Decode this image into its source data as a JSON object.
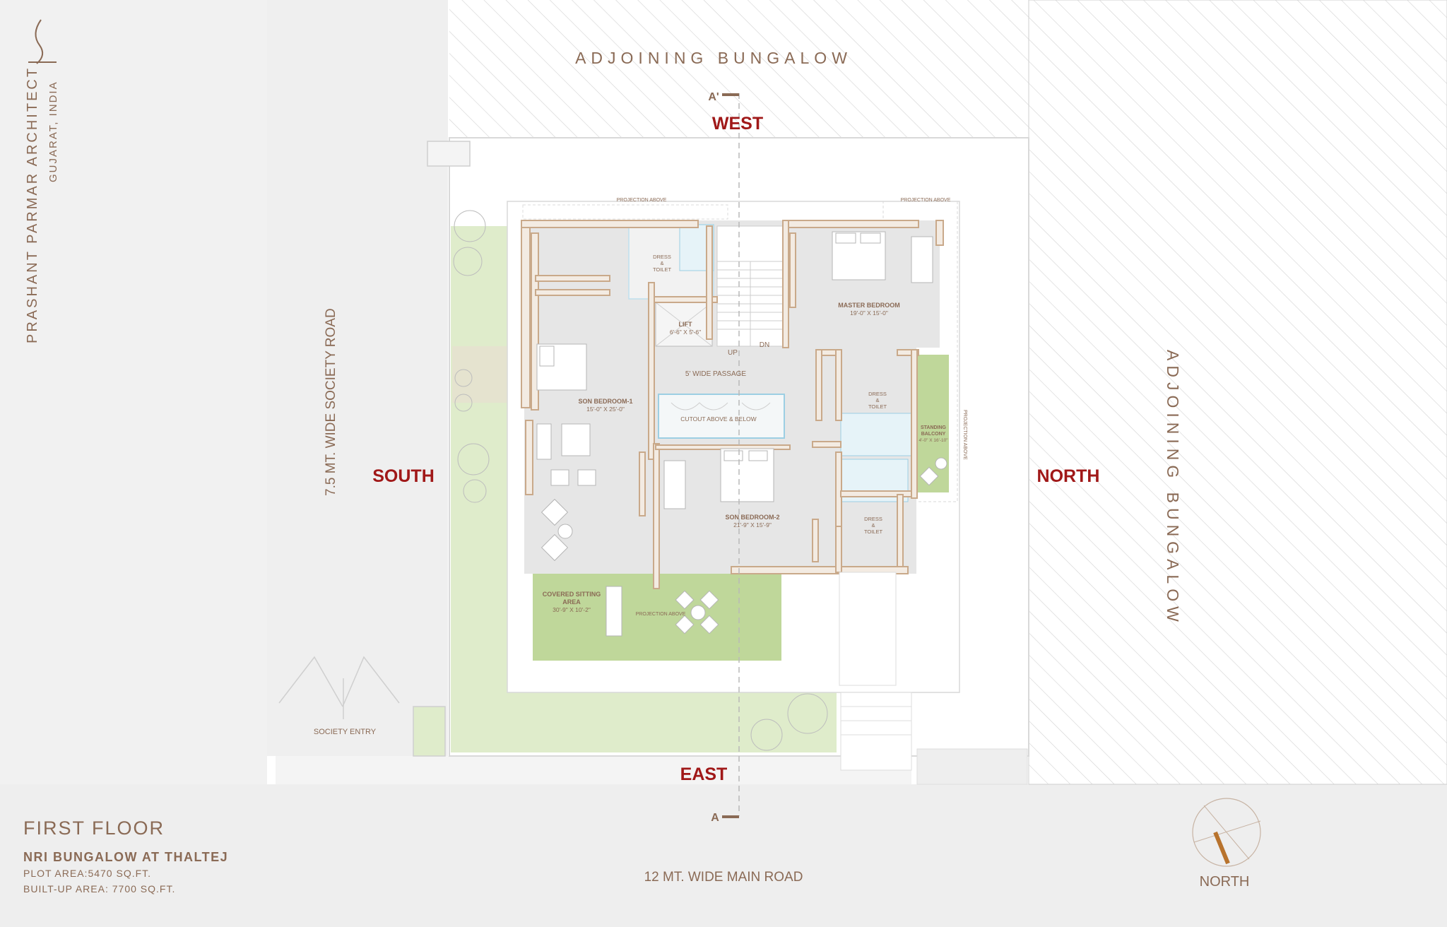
{
  "logo": {
    "firm": "PRASHANT PARMAR ARCHITECT",
    "location": "GUJARAT, INDIA"
  },
  "directions": {
    "west": "WEST",
    "east": "EAST",
    "south": "SOUTH",
    "north": "NORTH"
  },
  "surroundings": {
    "adjoining_top": "ADJOINING  BUNGALOW",
    "adjoining_right": "ADJOINING  BUNGALOW",
    "society_road": "7.5 MT. WIDE SOCIETY ROAD",
    "main_road": "12 MT. WIDE MAIN ROAD",
    "society_entry": "SOCIETY ENTRY"
  },
  "section_marks": {
    "top": "A'",
    "bottom": "A"
  },
  "rooms": {
    "master_bedroom": {
      "name": "MASTER BEDROOM",
      "size": "19'-0\" X 15'-0\""
    },
    "son_bedroom_1": {
      "name": "SON BEDROOM-1",
      "size": "15'-0\" X 25'-0\""
    },
    "son_bedroom_2": {
      "name": "SON BEDROOM-2",
      "size": "21'-9\" X 15'-9\""
    },
    "lift": {
      "name": "LIFT",
      "size": "6'-6\" X 5'-6\""
    },
    "passage": "5' WIDE PASSAGE",
    "cutout": "CUTOUT ABOVE & BELOW",
    "covered_sitting": {
      "name": "COVERED SITTING",
      "name2": "AREA",
      "size": "30'-9\" X 10'-2\""
    },
    "standing_balcony": {
      "name": "STANDING",
      "name2": "BALCONY",
      "size": "4'-0\" X 16'-10\""
    },
    "dress_toilet_a": [
      "DRESS",
      "&",
      "TOILET"
    ],
    "dress_toilet_b": [
      "DRESS",
      "&",
      "TOILET"
    ],
    "dress_toilet_c": [
      "DRESS",
      "&",
      "TOILET"
    ]
  },
  "annotations": {
    "projection_above_1": "PROJECTION ABOVE",
    "projection_above_2": "PROJECTION ABOVE",
    "projection_above_3": "PROJECTION ABOVE",
    "projection_above_4": "PROJECTION ABOVE",
    "stair_up": "UP",
    "stair_dn": "DN"
  },
  "title_block": {
    "floor": "FIRST FLOOR",
    "project": "NRI BUNGALOW AT THALTEJ",
    "plot_area": "PLOT AREA:5470 SQ.FT.",
    "built_up": "BUILT-UP AREA: 7700 SQ.FT."
  },
  "north_arrow": {
    "label": "NORTH"
  },
  "colors": {
    "wall": "#c9a98a",
    "wall_fill": "#f3ebe2",
    "floor": "#e6e6e6",
    "lawn": "#bfd79a",
    "lawn_light": "#dfeccb",
    "road": "#efefef",
    "hatch": "#d6d6d6",
    "red": "#a01818",
    "brown": "#8a6a55",
    "water": "#cfe8f2"
  }
}
